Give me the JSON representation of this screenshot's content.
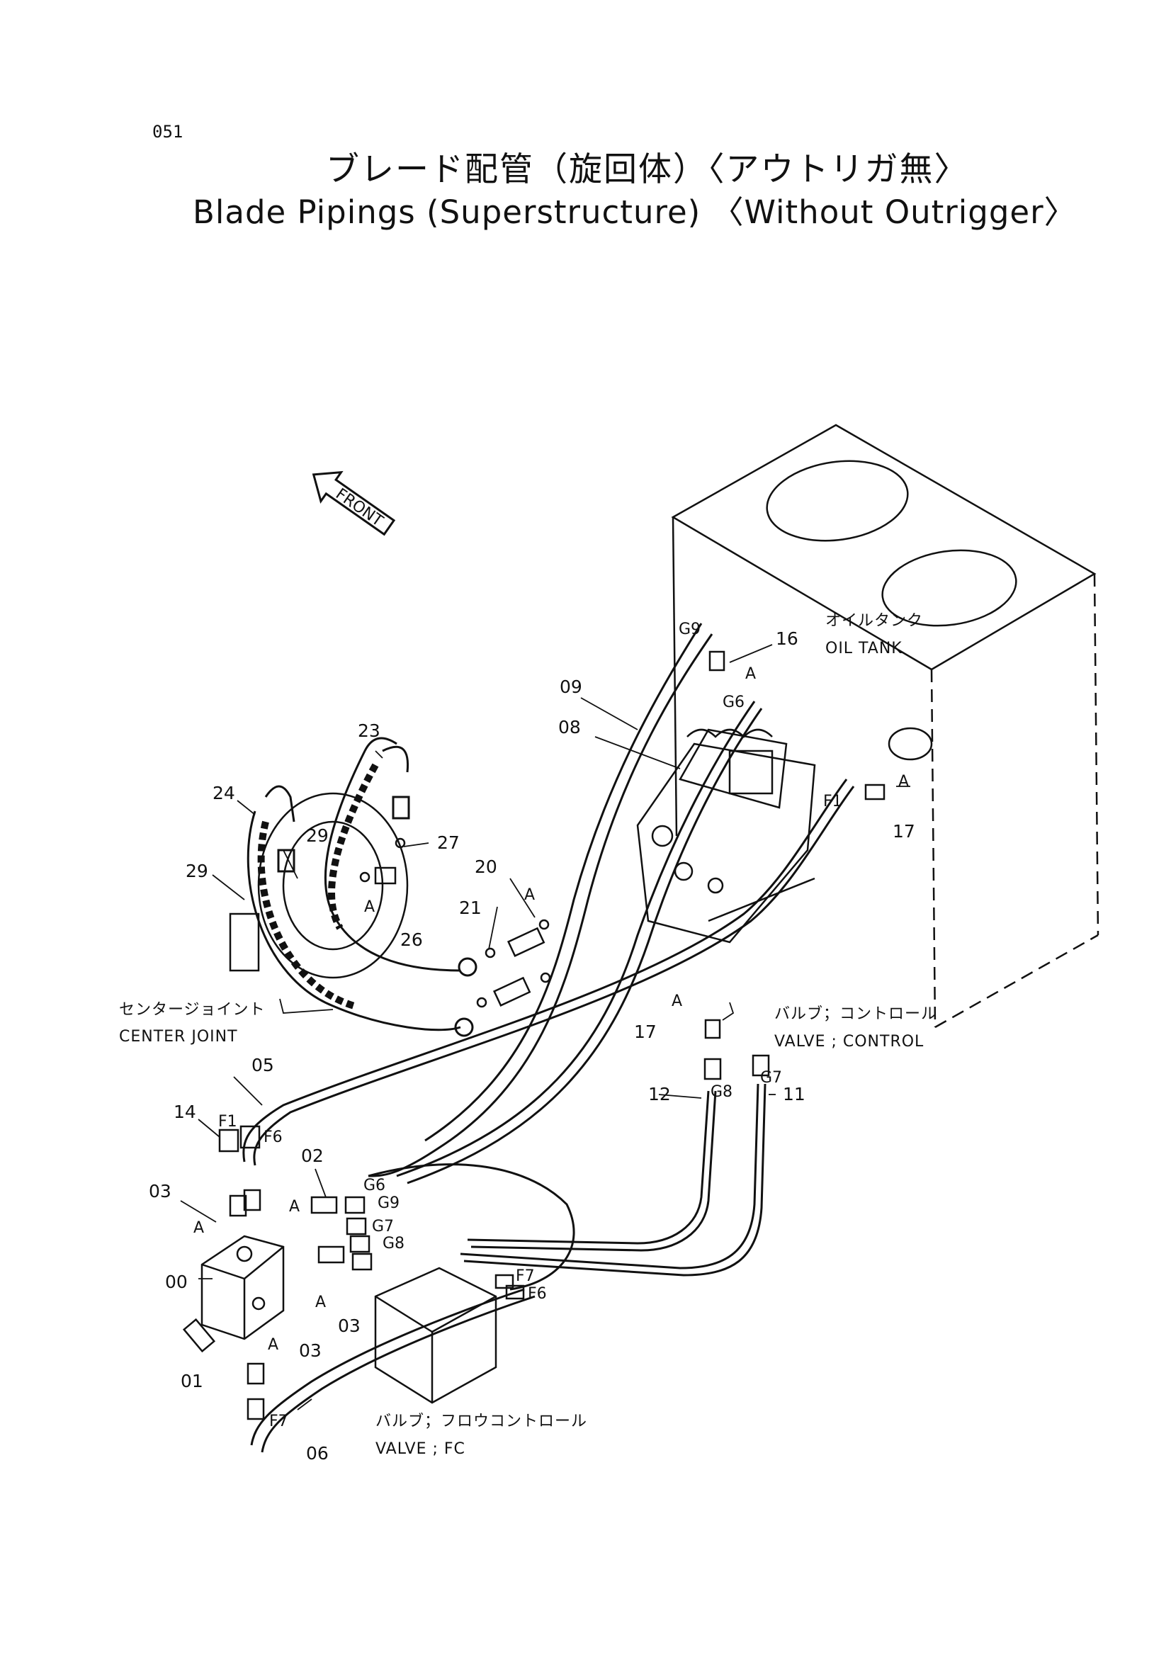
{
  "page_number": "051",
  "title_jp": "ブレード配管（旋回体）〈アウトリガ無〉",
  "title_en": "Blade Pipings (Superstructure) 〈Without Outrigger〉",
  "front_label": "FRONT",
  "components": {
    "oil_tank": {
      "jp": "オイルタンク",
      "en": "OIL TANK"
    },
    "center_joint": {
      "jp": "センタージョイント",
      "en": "CENTER JOINT"
    },
    "control_valve": {
      "jp": "バルブ；コントロール",
      "en": "VALVE ; CONTROL"
    },
    "fc_valve": {
      "jp": "バルブ；フロウコントロール",
      "en": "VALVE ; FC"
    }
  },
  "part_numbers": {
    "p00": "00",
    "p01": "01",
    "p02": "02",
    "p03a": "03",
    "p03b": "03",
    "p03c": "03",
    "p05": "05",
    "p06": "06",
    "p08": "08",
    "p09": "09",
    "p11": "11",
    "p12": "12",
    "p14": "14",
    "p16": "16",
    "p17a": "17",
    "p17b": "17",
    "p20": "20",
    "p21": "21",
    "p23": "23",
    "p24": "24",
    "p26": "26",
    "p27": "27",
    "p29a": "29",
    "p29b": "29"
  },
  "connection_labels": {
    "g9_top": "G9",
    "g6_top": "G6",
    "f1_valve": "F1",
    "g8_valve": "G8",
    "g7_valve": "G7",
    "f1_block": "F1",
    "f6_block": "F6",
    "g6_block": "G6",
    "g9_block": "G9",
    "g7_block": "G7",
    "g8_block": "G8",
    "f7_fc": "F7",
    "f6_fc": "F6",
    "f7_bottom": "F7"
  },
  "ref_a": "A"
}
